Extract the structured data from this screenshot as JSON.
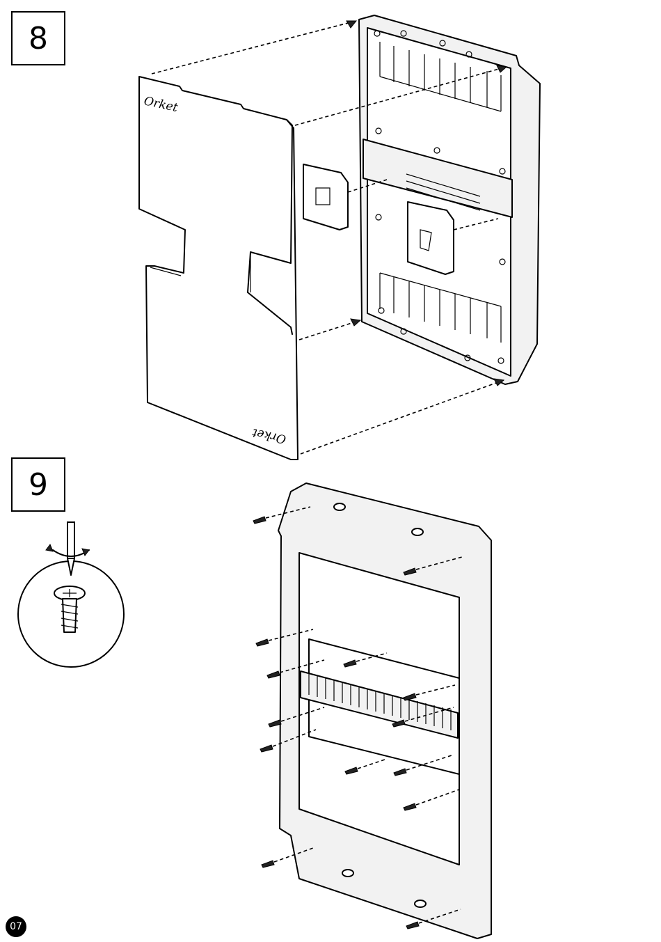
{
  "steps": [
    {
      "number": "8"
    },
    {
      "number": "9"
    }
  ],
  "logo": {
    "text": "Orket"
  },
  "page": {
    "number": "07"
  },
  "icons": [
    "screwdriver-icon",
    "rotation-arrow-icon",
    "screw-icon"
  ]
}
